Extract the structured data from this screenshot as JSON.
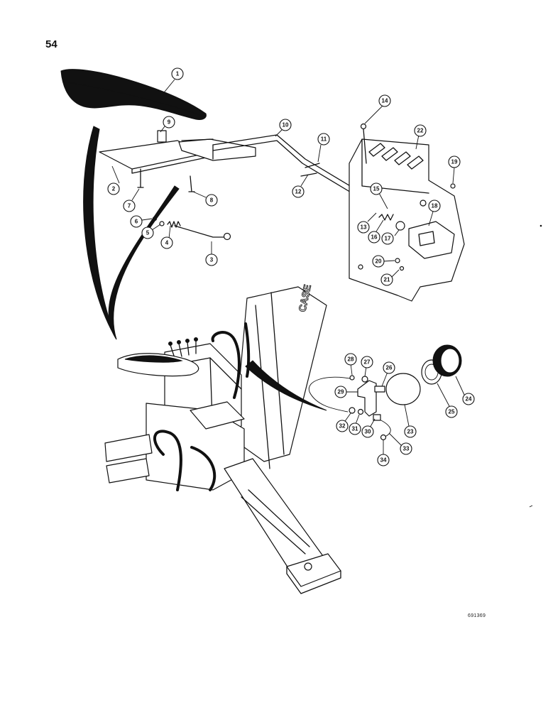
{
  "page_number": "54",
  "drawing_number": "691369",
  "brand_mark": "CASE",
  "callouts": [
    {
      "id": "callout-1",
      "label": "1"
    },
    {
      "id": "callout-2",
      "label": "2"
    },
    {
      "id": "callout-3",
      "label": "3"
    },
    {
      "id": "callout-4",
      "label": "4"
    },
    {
      "id": "callout-5",
      "label": "5"
    },
    {
      "id": "callout-6",
      "label": "6"
    },
    {
      "id": "callout-7",
      "label": "7"
    },
    {
      "id": "callout-8",
      "label": "8"
    },
    {
      "id": "callout-9",
      "label": "9"
    },
    {
      "id": "callout-10",
      "label": "10"
    },
    {
      "id": "callout-11",
      "label": "11"
    },
    {
      "id": "callout-12",
      "label": "12"
    },
    {
      "id": "callout-13",
      "label": "13"
    },
    {
      "id": "callout-14",
      "label": "14"
    },
    {
      "id": "callout-15",
      "label": "15"
    },
    {
      "id": "callout-16",
      "label": "16"
    },
    {
      "id": "callout-17",
      "label": "17"
    },
    {
      "id": "callout-18",
      "label": "18"
    },
    {
      "id": "callout-19",
      "label": "19"
    },
    {
      "id": "callout-20",
      "label": "20"
    },
    {
      "id": "callout-21",
      "label": "21"
    },
    {
      "id": "callout-22",
      "label": "22"
    },
    {
      "id": "callout-23",
      "label": "23"
    },
    {
      "id": "callout-24",
      "label": "24"
    },
    {
      "id": "callout-25",
      "label": "25"
    },
    {
      "id": "callout-26",
      "label": "26"
    },
    {
      "id": "callout-27",
      "label": "27"
    },
    {
      "id": "callout-28",
      "label": "28"
    },
    {
      "id": "callout-29",
      "label": "29"
    },
    {
      "id": "callout-30",
      "label": "30"
    },
    {
      "id": "callout-31",
      "label": "31"
    },
    {
      "id": "callout-32",
      "label": "32"
    },
    {
      "id": "callout-33",
      "label": "33"
    },
    {
      "id": "callout-34",
      "label": "34"
    }
  ]
}
